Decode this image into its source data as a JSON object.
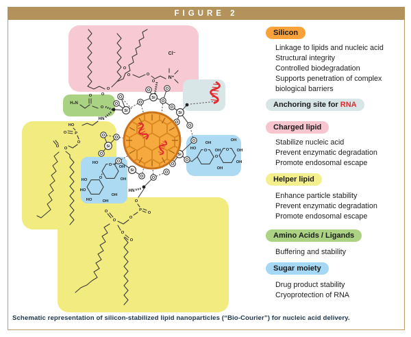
{
  "figure": {
    "header": "FIGURE 2",
    "caption": "Schematic representation of silicon-stabilized lipid nanoparticles (“Bio-Courier”) for nucleic acid delivery."
  },
  "colors": {
    "header_bar": "#B3935B",
    "box_border": "#BC9C64",
    "caption_text": "#20364F",
    "region_pink": "#F7C9D2",
    "region_green": "#A9D383",
    "region_yellow": "#F2EC80",
    "region_blue": "#ABDAF2",
    "region_rna": "#D9E6E7",
    "particle_fill": "#F6A93F",
    "particle_stroke": "#C9731D",
    "honeycomb_stroke": "#D8861F",
    "rna_red": "#E22A2E"
  },
  "legend": {
    "sections": [
      {
        "label": "Silicon",
        "color": "#F9A23B",
        "items": [
          "Linkage to lipids and nucleic acid",
          "Structural integrity",
          "Controlled biodegradation",
          "Supports penetration of complex biological barriers"
        ]
      },
      {
        "label_prefix": "Anchoring site for ",
        "label_highlight": "RNA",
        "highlight_color": "#E22A2E",
        "color": "#D9E6E7",
        "items": []
      },
      {
        "label": "Charged lipid",
        "color": "#F7C5CD",
        "items": [
          "Stabilize nucleic acid",
          "Prevent enzymatic degradation",
          "Promote endosomal escape"
        ]
      },
      {
        "label": "Helper lipid",
        "color": "#F5F08E",
        "items": [
          "Enhance particle stability",
          "Prevent enzymatic degradation",
          "Promote endosomal escape"
        ]
      },
      {
        "label": "Amino Acids / Ligands",
        "color": "#ABD383",
        "items": [
          "Buffering and stability"
        ]
      },
      {
        "label": "Sugar moiety",
        "color": "#A5D8F4",
        "items": [
          "Drug product stability",
          "Cryoprotection of RNA"
        ]
      }
    ]
  },
  "diagram": {
    "labels": {
      "si": "Si",
      "o": "O",
      "p": "P",
      "cl": "Cl⁻",
      "n_plus": "N⁺",
      "h2n": "H₂N",
      "ho": "HO",
      "oh": "OH",
      "hn": "HN"
    }
  }
}
